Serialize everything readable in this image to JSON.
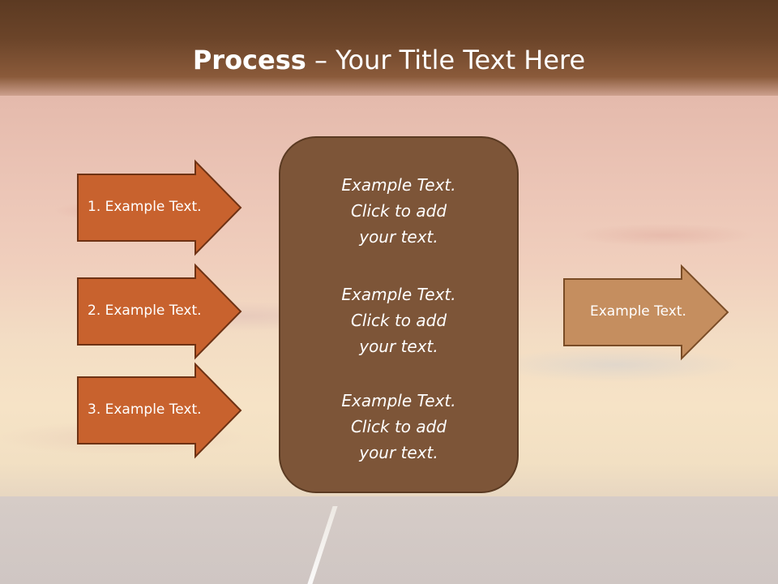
{
  "slide": {
    "title_bold": "Process",
    "title_rest": " – Your Title Text Here",
    "left_arrows": [
      {
        "label": "1. Example Text."
      },
      {
        "label": "2. Example Text."
      },
      {
        "label": "3. Example Text."
      }
    ],
    "center_blocks": [
      {
        "line1": "Example Text.",
        "line2": "Click  to add",
        "line3": "your text."
      },
      {
        "line1": "Example Text.",
        "line2": "Click  to add",
        "line3": "your text."
      },
      {
        "line1": "Example Text.",
        "line2": "Click  to add",
        "line3": "your text."
      }
    ],
    "right_arrow": {
      "label": "Example Text."
    }
  },
  "colors": {
    "header": "#6b4429",
    "left_arrow_fill": "#c8622e",
    "left_arrow_stroke": "#6e3214",
    "center_box": "#7d5538",
    "right_arrow_fill": "#c58e5f",
    "right_arrow_stroke": "#7a4c26"
  }
}
